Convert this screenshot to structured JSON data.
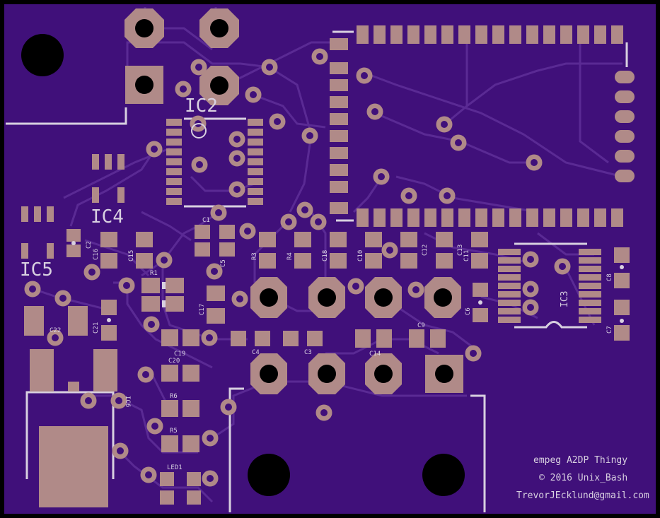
{
  "colors": {
    "background": "#000000",
    "board": "#40107a",
    "trace": "#5a2a94",
    "pad": "#b08a88",
    "silkscreen": "#d8d0e0",
    "hole": "#000000"
  },
  "labels": {
    "ic2": "IC2",
    "ic3": "IC3",
    "ic4": "IC4",
    "ic5": "IC5",
    "c1": "C1",
    "c2": "C2",
    "c3": "C3",
    "c4": "C4",
    "c5": "C5",
    "c6": "C6",
    "c7": "C7",
    "c8": "C8",
    "c9": "C9",
    "c10": "C10",
    "c11": "C11",
    "c12": "C12",
    "c13": "C13",
    "c14": "C14",
    "c15": "C15",
    "c16": "C16",
    "c17": "C17",
    "c18": "C18",
    "c19": "C19",
    "c20": "C20",
    "c21": "C21",
    "c22": "C22",
    "r1": "R1",
    "r3": "R3",
    "r4": "R4",
    "r5": "R5",
    "r6": "R6",
    "led1": "LED1",
    "ic6": "IC6"
  },
  "credits": {
    "line1": "empeg A2DP Thingy",
    "line2": "© 2016 Unix_Bash",
    "line3": "TrevorJEcklund@gmail.com"
  }
}
